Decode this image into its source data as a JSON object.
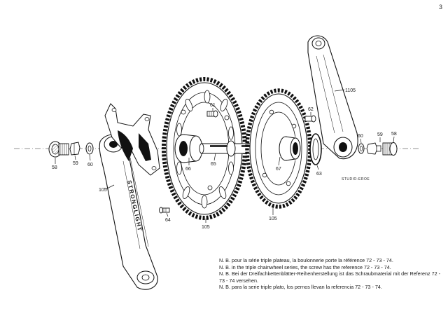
{
  "page_number": "3",
  "callouts": {
    "c58l": "58",
    "c59l": "59",
    "c60l": "60",
    "c105l": "105",
    "c64": "64",
    "c105a": "105",
    "c61": "61",
    "c66": "66",
    "c65": "65",
    "c67": "67",
    "c105b": "105",
    "c62": "62",
    "c63": "63",
    "c60r": "60",
    "c59r": "59",
    "c58r": "58",
    "c1105": "1105"
  },
  "crank_text": "STRONGLIGHT",
  "studio_credit": "STUDIO-EROE",
  "notes": [
    "N. B. pour la série triple plateau, la boulonnerie porte la référence 72 - 73 - 74.",
    "N. B. in the triple chainwheel series, the screw has the reference 72 - 73 - 74.",
    "N. B. Bei der Dreifachkettenblätter-Reihenherstellung ist das Schraubmaterial mit der Referenz 72 - 73 - 74 versehen.",
    "N. B. para la serie triple plato, los pernos llevan la referencia 72 - 73 - 74."
  ]
}
